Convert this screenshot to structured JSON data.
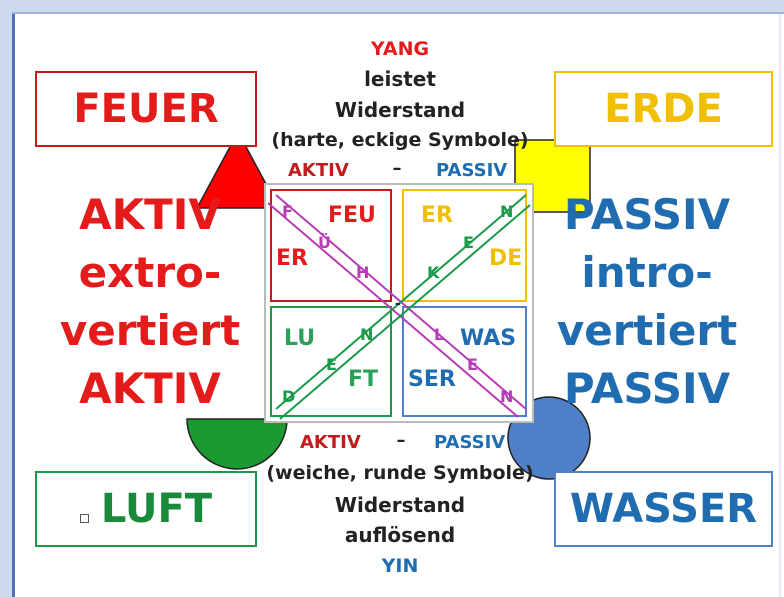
{
  "colors": {
    "red": "#e31b1b",
    "darkred": "#c21b1b",
    "yellow": "#f0c000",
    "blue": "#1f6cb0",
    "green": "#1a9a48",
    "purple": "#b83bb7",
    "black": "#222222"
  },
  "top": {
    "yang": "YANG",
    "line1": "leistet",
    "line2": "Widerstand",
    "line3": "(harte, eckige Symbole)",
    "aktiv": "AKTIV",
    "dash": "–",
    "passiv": "PASSIV"
  },
  "bottom": {
    "aktiv": "AKTIV",
    "dash": "–",
    "passiv": "PASSIV",
    "line1": "(weiche, runde Symbole)",
    "line2": "Widerstand",
    "line3": "auflösend",
    "yin": "YIN"
  },
  "elements": {
    "fire": "FEUER",
    "earth": "ERDE",
    "air": "LUFT",
    "water": "WASSER"
  },
  "left_side": {
    "line1": "AKTIV",
    "line2": "extro-",
    "line3": "vertiert",
    "line4": "AKTIV"
  },
  "right_side": {
    "line1": "PASSIV",
    "line2": "intro-",
    "line3": "vertiert",
    "line4": "PASSIV"
  },
  "grid": {
    "fire_feu": "FEU",
    "fire_er": "ER",
    "fire_f": "F",
    "fire_u": "Ü",
    "fire_h": "H",
    "earth_er": "ER",
    "earth_de": "DE",
    "earth_n": "N",
    "earth_e": "E",
    "earth_k": "K",
    "air_lu": "LU",
    "air_ft": "FT",
    "air_n": "N",
    "air_e": "E",
    "air_d": "D",
    "water_was": "WAS",
    "water_ser": "SER",
    "water_l": "L",
    "water_e": "E",
    "water_n": "N",
    "center_dash": "-"
  },
  "air_bullet_icon": "small-square-icon"
}
